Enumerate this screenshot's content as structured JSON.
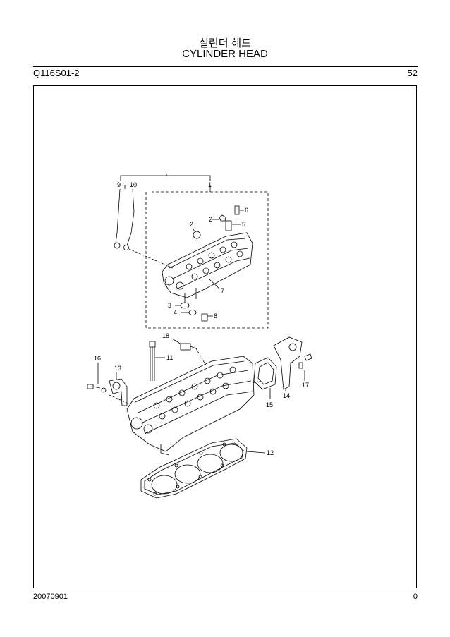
{
  "header": {
    "title_ko": "실린더 헤드",
    "title_en": "CYLINDER HEAD",
    "section_code": "Q116S01-2",
    "page_number": "52"
  },
  "footer": {
    "date": "20070901",
    "revision": "0"
  },
  "callouts": [
    "1",
    "2",
    "3",
    "4",
    "5",
    "6",
    "7",
    "8",
    "9",
    "10",
    "11",
    "12",
    "13",
    "14",
    "15",
    "16",
    "17",
    "18"
  ]
}
